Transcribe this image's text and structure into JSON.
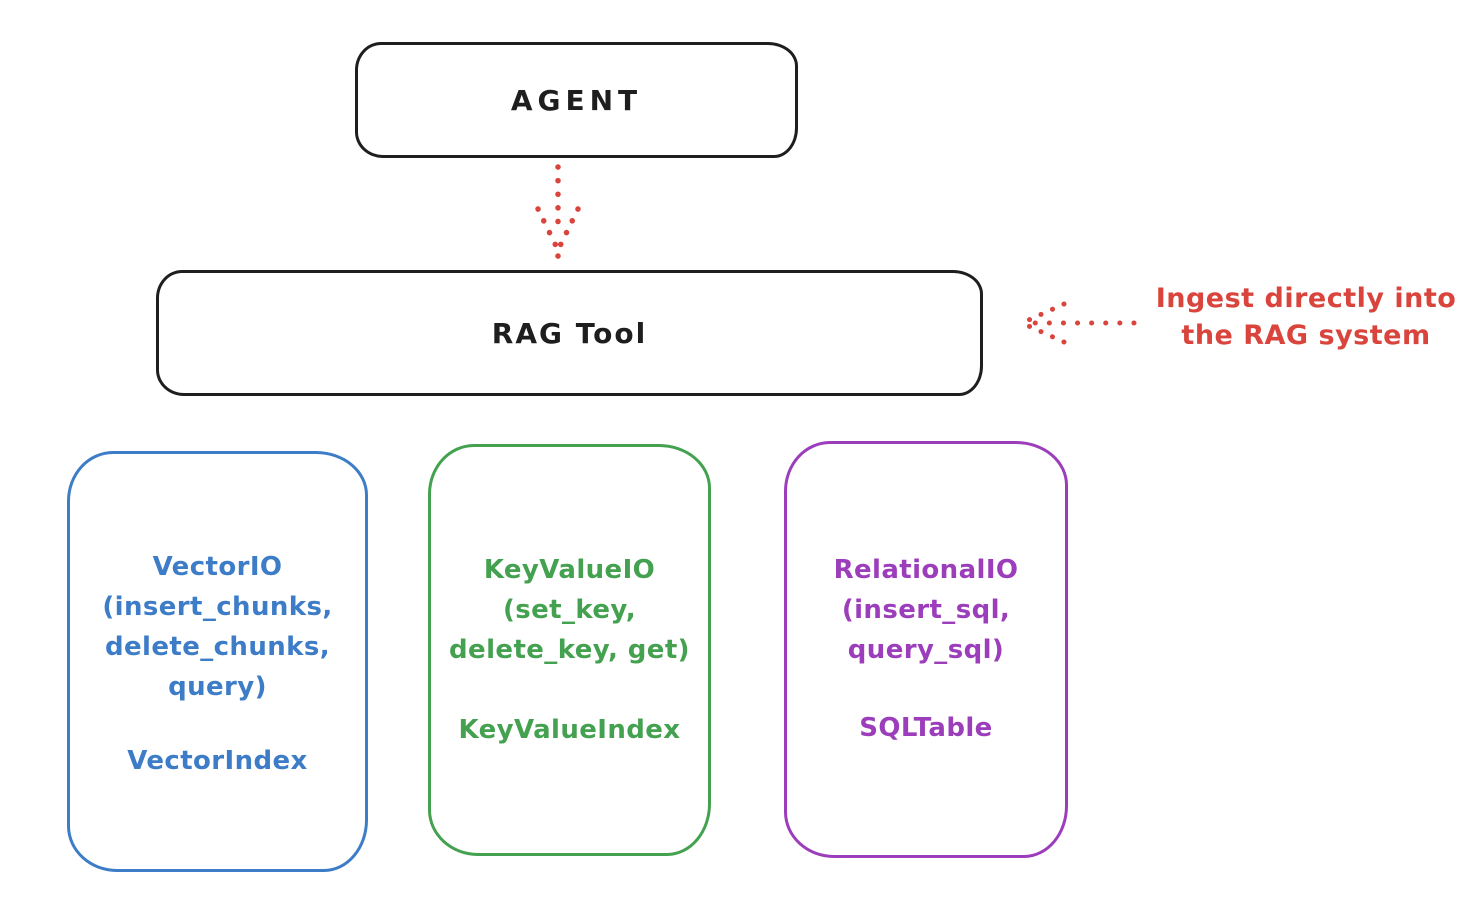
{
  "colors": {
    "ink": "#1e1e1e",
    "red": "#d9443c",
    "blue": "#3d7cc7",
    "green": "#43a14f",
    "purple": "#9c3dbb",
    "background": "#ffffff"
  },
  "nodes": {
    "agent": {
      "label": "AGENT"
    },
    "rag_tool": {
      "label": "RAG Tool"
    },
    "storages": [
      {
        "name": "vector-io",
        "accent": "#3d7cc7",
        "lines": [
          "VectorIO",
          "(insert_chunks,",
          "delete_chunks,",
          "query)"
        ],
        "index_label": "VectorIndex"
      },
      {
        "name": "keyvalue-io",
        "accent": "#43a14f",
        "lines": [
          "KeyValueIO",
          "(set_key,",
          "delete_key, get)"
        ],
        "index_label": "KeyValueIndex"
      },
      {
        "name": "relational-io",
        "accent": "#9c3dbb",
        "lines": [
          "RelationalIO",
          "(insert_sql,",
          "query_sql)"
        ],
        "index_label": "SQLTable"
      }
    ]
  },
  "annotation": {
    "lines": [
      "Ingest directly into",
      "the RAG system"
    ],
    "color": "#d9443c"
  },
  "arrows": [
    {
      "name": "agent-to-rag-tool",
      "style": "dotted",
      "color": "#d9443c",
      "direction": "down"
    },
    {
      "name": "annotation-to-rag-tool",
      "style": "dotted",
      "color": "#d9443c",
      "direction": "left"
    }
  ]
}
